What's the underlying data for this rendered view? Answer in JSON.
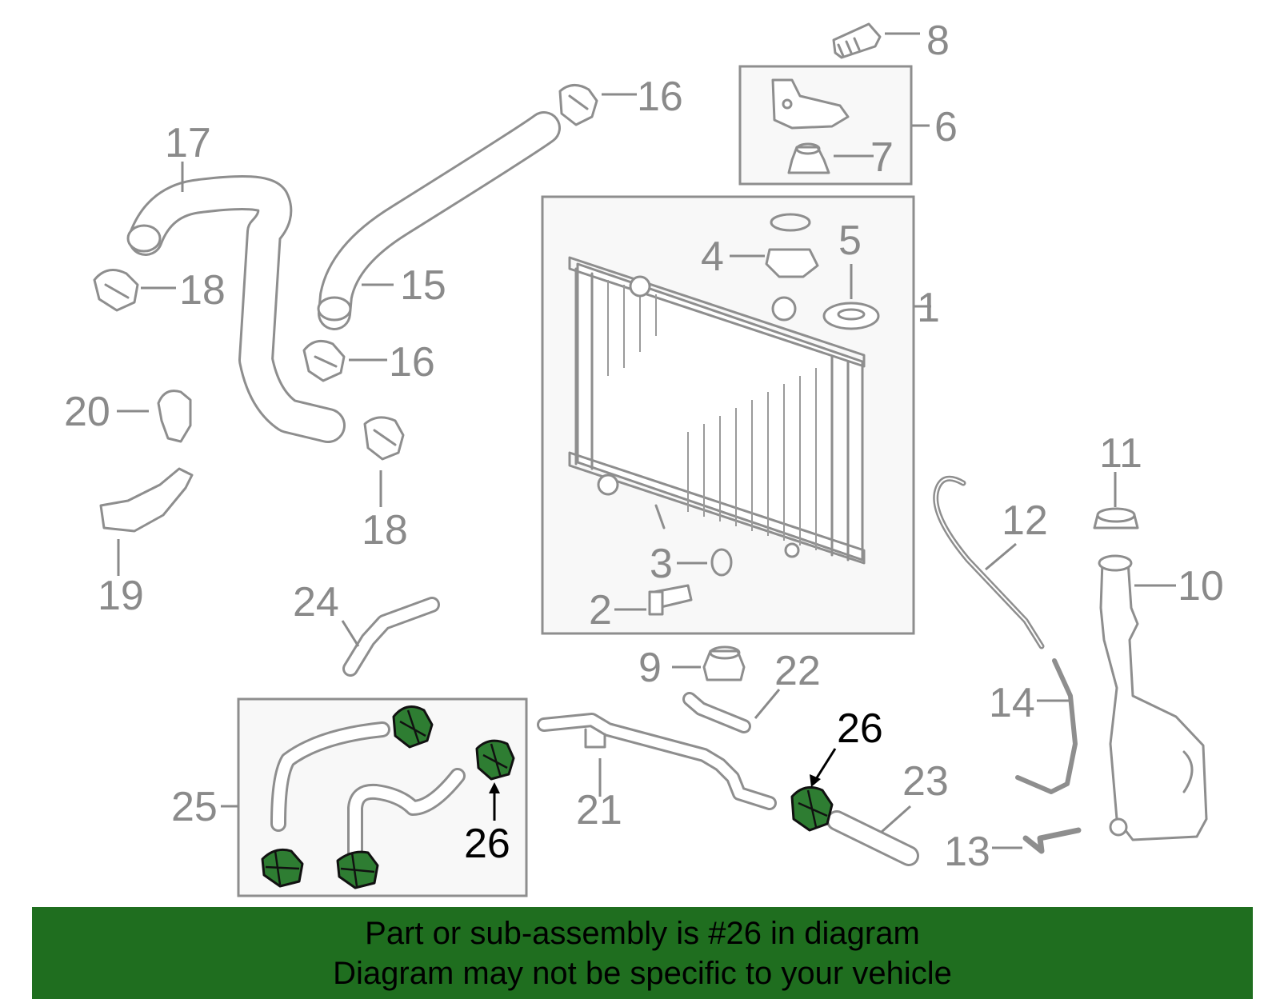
{
  "callouts": {
    "c1": "1",
    "c2": "2",
    "c3": "3",
    "c4": "4",
    "c5": "5",
    "c6": "6",
    "c7": "7",
    "c8": "8",
    "c9": "9",
    "c10": "10",
    "c11": "11",
    "c12": "12",
    "c13": "13",
    "c14": "14",
    "c15": "15",
    "c16": "16",
    "c17": "17",
    "c18": "18",
    "c19": "19",
    "c20": "20",
    "c21": "21",
    "c22": "22",
    "c23": "23",
    "c24": "24",
    "c25": "25",
    "c26": "26"
  },
  "highlight_color": "#2e7d32",
  "banner": {
    "line1": "Part or sub-assembly is #26 in diagram",
    "line2": "Diagram may not be specific to your vehicle",
    "background_color": "#1f6e1f"
  }
}
